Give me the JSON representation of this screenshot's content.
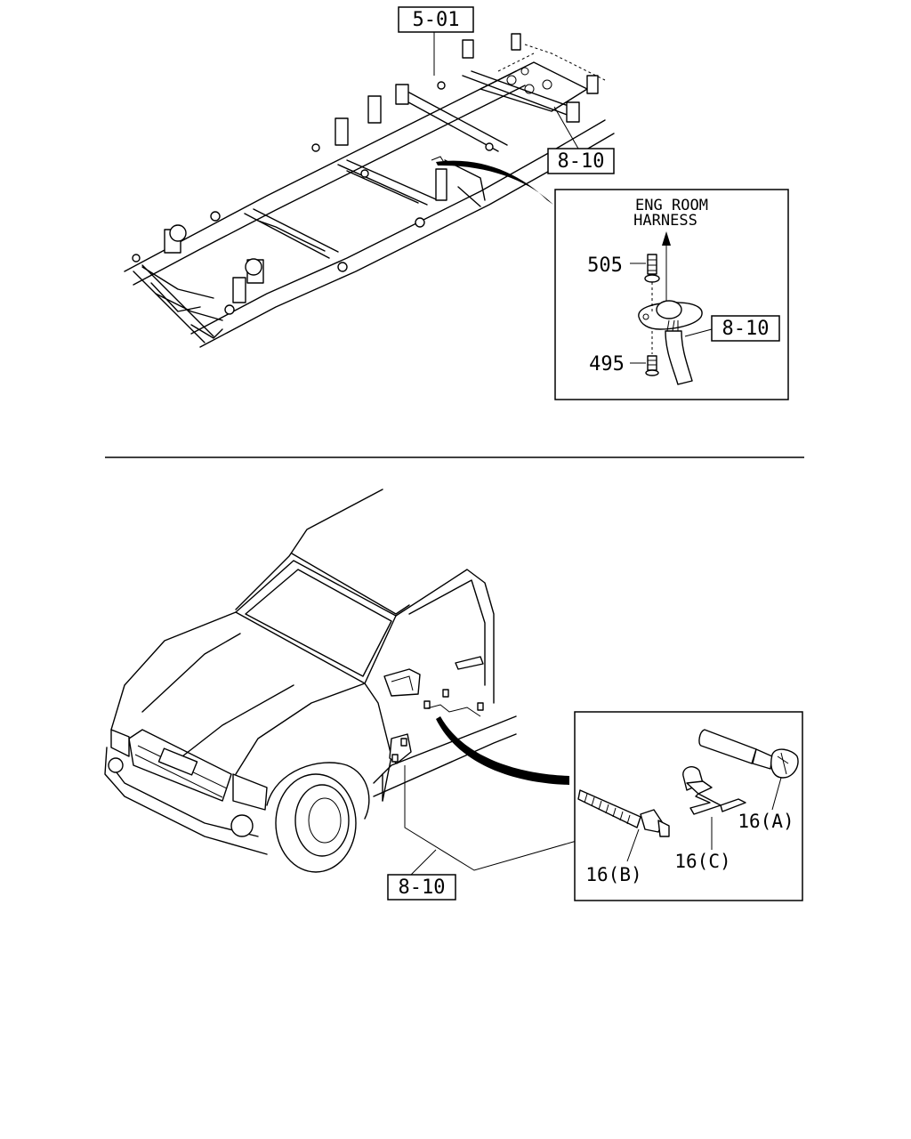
{
  "callouts": {
    "frame_ref": "5-01",
    "harness_ref_top": "8-10",
    "harness_ref_detail": "8-10",
    "harness_ref_bottom": "8-10"
  },
  "top_detail": {
    "title_line1": "ENG ROOM",
    "title_line2": "HARNESS",
    "part_upper": "505",
    "part_lower": "495"
  },
  "bottom_detail": {
    "clip_a": "16(A)",
    "clip_b": "16(B)",
    "clip_c": "16(C)"
  }
}
